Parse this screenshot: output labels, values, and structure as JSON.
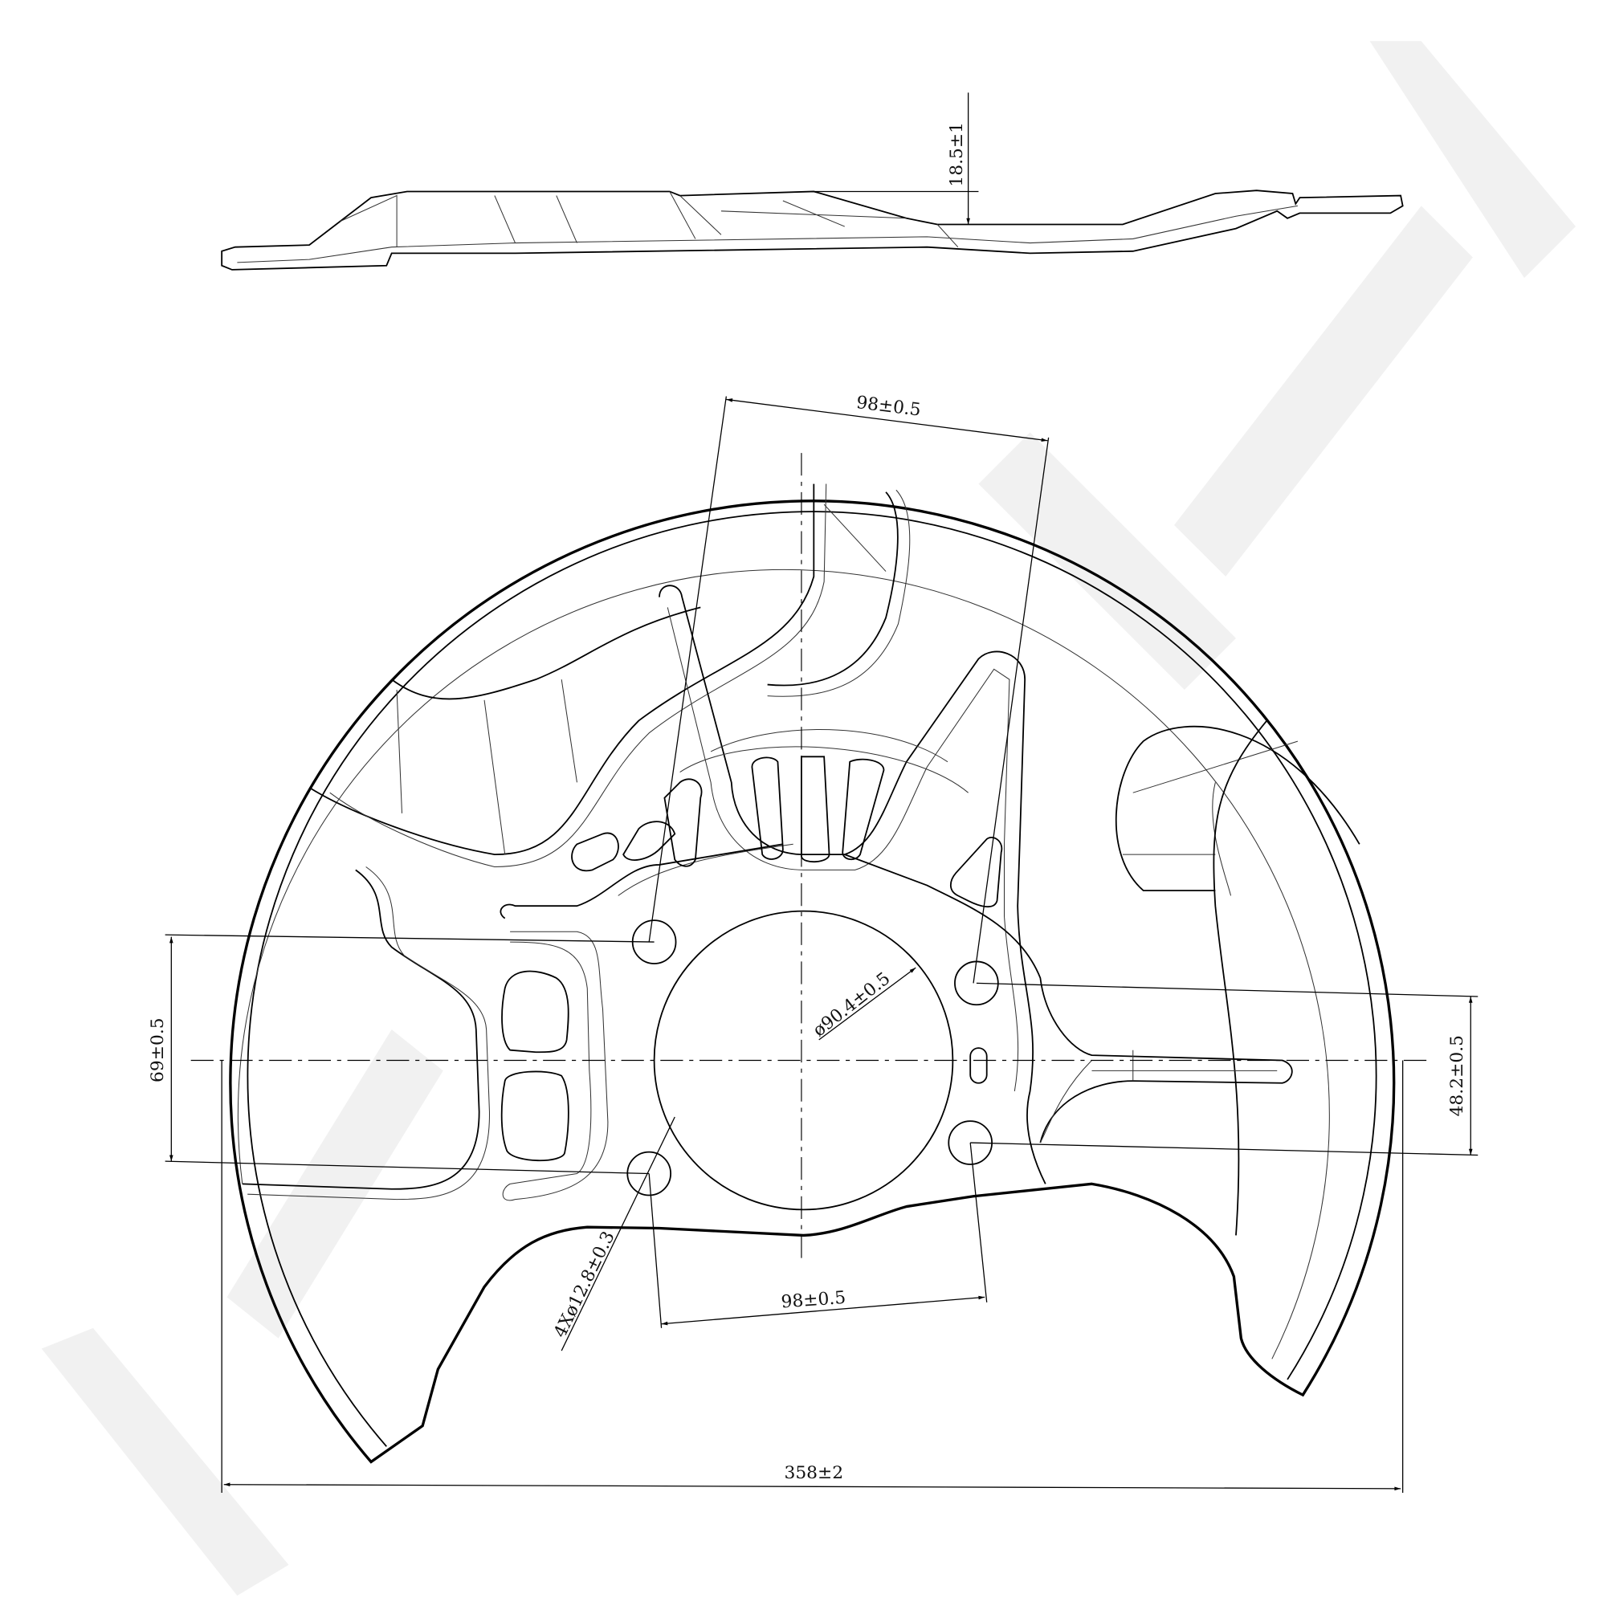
{
  "drawing": {
    "title": "Brake disc splash shield technical drawing",
    "dimensions": {
      "side_height": "18.5±1",
      "bolt_spacing_top": "98±0.5",
      "center_bore": "ø90.4±0.5",
      "left_vertical": "69±0.5",
      "right_vertical": "48.2±0.5",
      "bolt_holes": "4Xø12.8±0.3",
      "bolt_spacing_bottom": "98±0.5",
      "overall_width": "358±2"
    },
    "colors": {
      "line": "#000000",
      "watermark": "#f1f1f1"
    }
  }
}
